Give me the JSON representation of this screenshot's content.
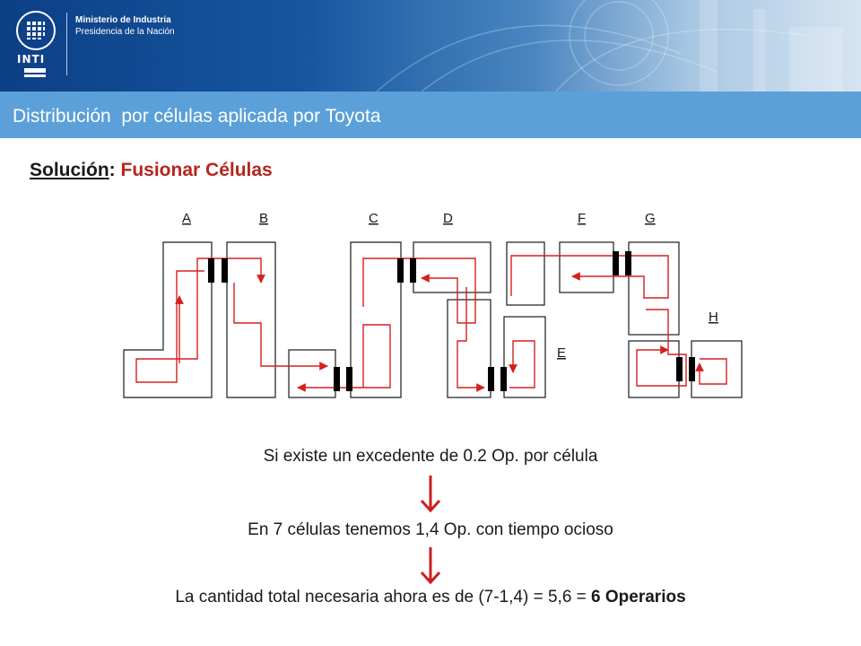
{
  "header": {
    "logo_text": "INTI",
    "ministry_line1": "Ministerio de Industria",
    "ministry_line2": "Presidencia de la Nación"
  },
  "title": "Distribución  por células aplicada por Toyota",
  "subtitle": {
    "key": "Solución",
    "colon": ":",
    "value": "Fusionar Células"
  },
  "diagram": {
    "labels": {
      "a": "A",
      "b": "B",
      "c": "C",
      "d": "D",
      "e": "E",
      "f": "F",
      "g": "G",
      "h": "H"
    },
    "flow_color": "#d42020",
    "machine_color": "#000000"
  },
  "text": {
    "line1": "Si existe un excedente de 0.2 Op. por célula",
    "line2": "En 7 células tenemos 1,4 Op. con tiempo ocioso",
    "line3_prefix": "La cantidad total necesaria ahora es de (7-1,4) = 5,6 = ",
    "line3_bold": "6 Operarios"
  },
  "colors": {
    "title_bar": "#5ba0d9",
    "accent_red": "#b5261e",
    "header_blue": "#0d3f86"
  }
}
